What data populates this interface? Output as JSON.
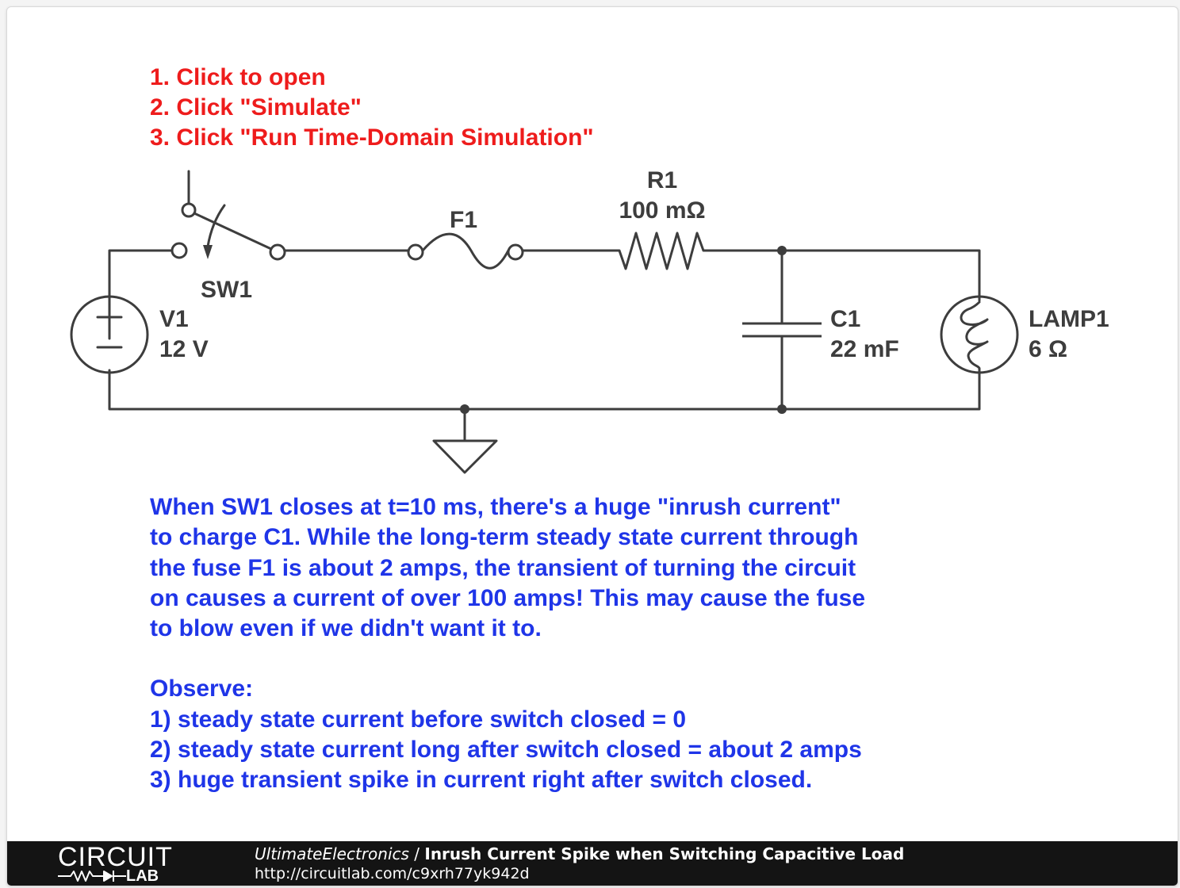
{
  "instructions": [
    "1. Click to open",
    "2. Click \"Simulate\"",
    "3. Click \"Run Time-Domain Simulation\""
  ],
  "components": {
    "sw1": {
      "name": "SW1"
    },
    "f1": {
      "name": "F1"
    },
    "r1": {
      "name": "R1",
      "value": "100 mΩ"
    },
    "v1": {
      "name": "V1",
      "value": "12 V"
    },
    "c1": {
      "name": "C1",
      "value": "22 mF"
    },
    "lamp1": {
      "name": "LAMP1",
      "value": "6 Ω"
    }
  },
  "description": [
    "When SW1 closes at t=10 ms, there's a huge \"inrush current\"",
    "to charge C1. While the long-term steady state current through",
    "the fuse F1 is about 2 amps, the transient of turning the circuit",
    "on causes a current of over 100 amps! This may cause the fuse",
    "to blow even if we didn't want it to."
  ],
  "observe": {
    "heading": "Observe:",
    "items": [
      "1) steady state current before switch closed = 0",
      "2) steady state current long after switch closed = about 2 amps",
      "3) huge transient spike in current right after switch closed."
    ]
  },
  "footer": {
    "logo_top": "CIRCUIT",
    "logo_bottom": "LAB",
    "user": "UltimateElectronics",
    "separator": " / ",
    "title": "Inrush Current Spike when Switching Capacitive Load",
    "url": "http://circuitlab.com/c9xrh77yk942d"
  },
  "colors": {
    "instructions": "#ee1c1c",
    "description": "#1f35e8",
    "wire": "#3d3d3d",
    "footer_bg": "#141414"
  }
}
